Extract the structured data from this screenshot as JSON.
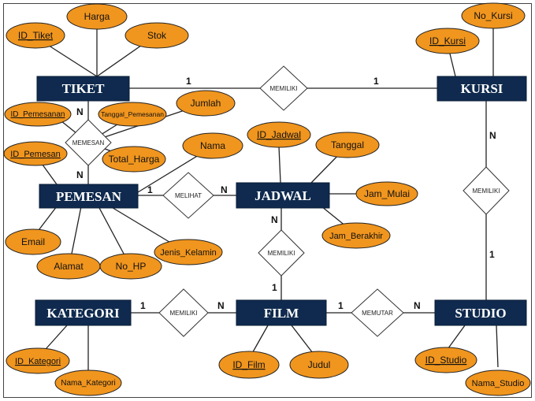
{
  "entities": {
    "tiket": "TIKET",
    "kursi": "KURSI",
    "pemesan": "PEMESAN",
    "jadwal": "JADWAL",
    "kategori": "KATEGORI",
    "film": "FILM",
    "studio": "STUDIO"
  },
  "attributes": {
    "id_tiket": "ID_Tiket",
    "harga": "Harga",
    "stok": "Stok",
    "no_kursi": "No_Kursi",
    "id_kursi": "ID_Kursi",
    "id_pemesanan": "ID_Pemesanan",
    "tanggal_pemesanan": "Tanggal_Pemesanan",
    "jumlah": "Jumlah",
    "id_pemesan": "ID_Pemesan",
    "total_harga": "Total_Harga",
    "nama": "Nama",
    "id_jadwal": "ID_Jadwal",
    "tanggal": "Tanggal",
    "jam_mulai": "Jam_Mulai",
    "jam_berakhir": "Jam_Berakhir",
    "email": "Email",
    "alamat": "Alamat",
    "no_hp": "No_HP",
    "jenis_kelamin": "Jenis_Kelamin",
    "id_kategori": "ID_Kategori",
    "nama_kategori": "Nama_Kategori",
    "id_film": "ID_Film",
    "judul": "Judul",
    "id_studio": "ID_Studio",
    "nama_studio": "Nama_Studio"
  },
  "relationships": {
    "tiket_kursi": "MEMILIKI",
    "memesan": "MEMESAN",
    "kursi_studio": "MEMILIKI",
    "melihat": "MELIHAT",
    "jadwal_film": "MEMILIKI",
    "kategori_film": "MEMILIKI",
    "memutar": "MEMUTAR"
  },
  "cardinalities": {
    "tiket_kursi_left": "1",
    "tiket_kursi_right": "1",
    "memesan_top": "N",
    "memesan_bottom": "N",
    "kursi_studio_top": "N",
    "kursi_studio_bottom": "1",
    "melihat_left": "1",
    "melihat_right": "N",
    "jadwal_film_top": "N",
    "jadwal_film_bottom": "1",
    "kategori_film_left": "1",
    "kategori_film_right": "N",
    "memutar_left": "1",
    "memutar_right": "N"
  },
  "colors": {
    "entity_fill": "#0f2a4e",
    "attribute_fill": "#f0951e",
    "relationship_fill": "#ffffff"
  }
}
